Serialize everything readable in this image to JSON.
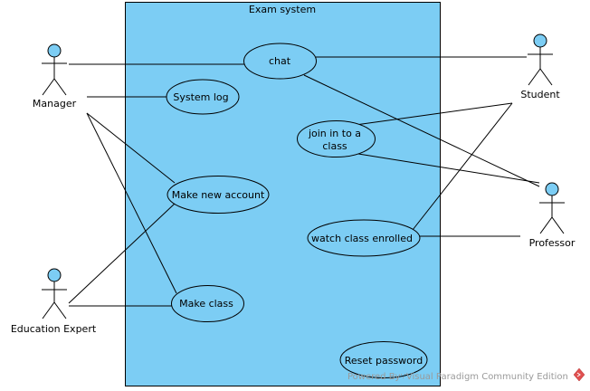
{
  "system": {
    "title": "Exam system"
  },
  "use_cases": {
    "chat": "chat",
    "system_log": "System log",
    "join_class_line1": "join in to a",
    "join_class_line2": "class",
    "make_new_account": "Make new account",
    "watch_class_enrolled": "watch class enrolled",
    "make_class": "Make class",
    "reset_password": "Reset password"
  },
  "actors": {
    "manager": "Manager",
    "student": "Student",
    "professor": "Professor",
    "education_expert": "Education Expert"
  },
  "watermark": {
    "text": "Powered By∵Visual Paradigm Community Edition"
  },
  "colors": {
    "fill": "#7ccdf4",
    "stroke": "#000000",
    "watermark": "#9a9a9a"
  }
}
